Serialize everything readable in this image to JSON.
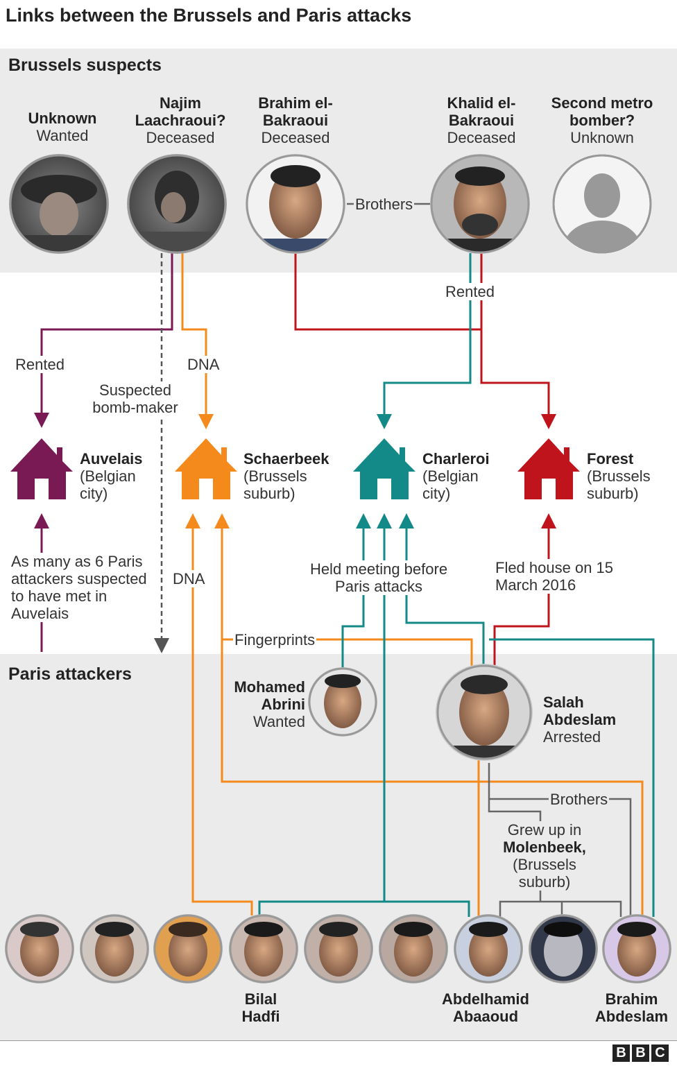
{
  "title": "Links between the Brussels and Paris attacks",
  "sections": {
    "brussels": "Brussels suspects",
    "paris": "Paris attackers"
  },
  "colors": {
    "purple": "#7a1a55",
    "orange": "#f48a1c",
    "teal": "#138a87",
    "red": "#c0141c",
    "grey": "#555555",
    "band": "#ebebeb"
  },
  "brussels_suspects": [
    {
      "name": "Unknown",
      "status": "Wanted"
    },
    {
      "name": "Najim Laachraoui?",
      "status": "Deceased"
    },
    {
      "name": "Brahim el-Bakraoui",
      "status": "Deceased"
    },
    {
      "name": "Khalid el-Bakraoui",
      "status": "Deceased"
    },
    {
      "name": "Second metro bomber?",
      "status": "Unknown"
    }
  ],
  "places": [
    {
      "name": "Auvelais",
      "desc": "(Belgian city)"
    },
    {
      "name": "Schaerbeek",
      "desc": "(Brussels suburb)"
    },
    {
      "name": "Charleroi",
      "desc": "(Belgian city)"
    },
    {
      "name": "Forest",
      "desc": "(Brussels suburb)"
    }
  ],
  "links": {
    "brothers_top": "Brothers",
    "rented_khalid": "Rented",
    "rented_auvelais": "Rented",
    "dna_top": "DNA",
    "bomb_maker": "Suspected bomb-maker",
    "met_auvelais": "As many as 6 Paris attackers suspected to have met in Auvelais",
    "dna_bottom": "DNA",
    "held_meeting": "Held meeting before Paris attacks",
    "fled_house": "Fled house on 15 March 2016",
    "fingerprints": "Fingerprints",
    "brothers_bottom": "Brothers",
    "grew_up_pre": "Grew up in",
    "grew_up_place": "Molenbeek,",
    "grew_up_post": "(Brussels suburb)"
  },
  "paris_main": [
    {
      "name": "Mohamed Abrini",
      "status": "Wanted"
    },
    {
      "name": "Salah Abdeslam",
      "status": "Arrested"
    }
  ],
  "paris_row": [
    {
      "label": ""
    },
    {
      "label": ""
    },
    {
      "label": ""
    },
    {
      "label": "Bilal Hadfi"
    },
    {
      "label": ""
    },
    {
      "label": ""
    },
    {
      "label": "Abdelhamid Abaaoud"
    },
    {
      "label": ""
    },
    {
      "label": "Brahim Abdeslam"
    }
  ],
  "logo": [
    "B",
    "B",
    "C"
  ]
}
